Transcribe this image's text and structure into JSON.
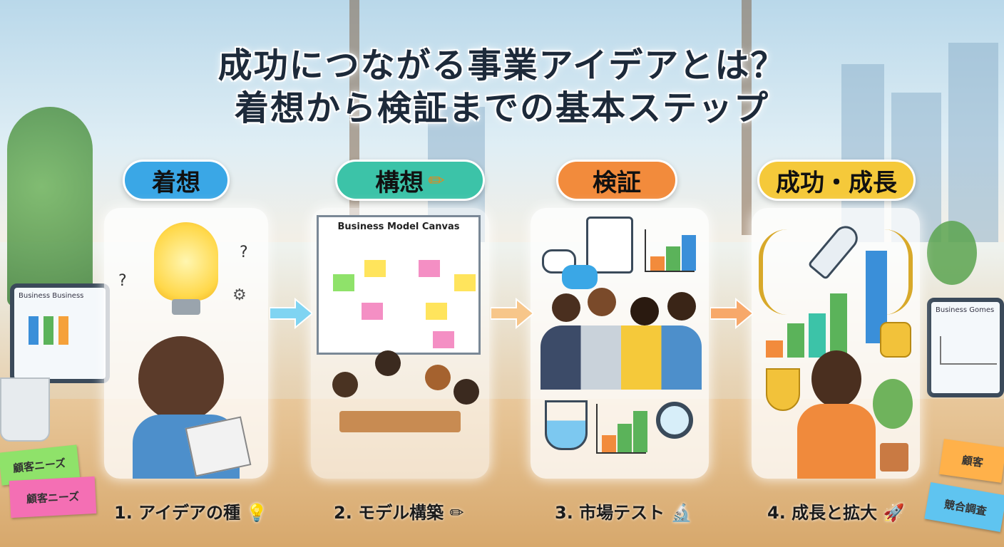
{
  "title": {
    "line1": "成功につながる事業アイデアとは？",
    "line2": "着想から検証までの基本ステップ"
  },
  "steps": [
    {
      "pill": "着想",
      "caption": "1. アイデアの種 💡",
      "color": "#3aa7e6"
    },
    {
      "pill": "構想",
      "caption": "2. モデル構築 ✏",
      "color": "#3cc3a8"
    },
    {
      "pill": "検証",
      "caption": "3. 市場テスト 🔬",
      "color": "#f28b3c"
    },
    {
      "pill": "成功・成長",
      "caption": "4. 成長と拡大 🚀",
      "color": "#f5c93a"
    }
  ],
  "canvas": {
    "title": "Business Model Canvas"
  },
  "laptops": {
    "left": "Business Business",
    "right": "Business Gomes"
  },
  "notes": {
    "n1": "顧客ニーズ",
    "n2": "顧客ニーズ",
    "n3": "競合調査",
    "n4": "顧客"
  },
  "icons": [
    "lightbulb-icon",
    "pencil-icon",
    "microscope-icon",
    "rocket-icon"
  ]
}
